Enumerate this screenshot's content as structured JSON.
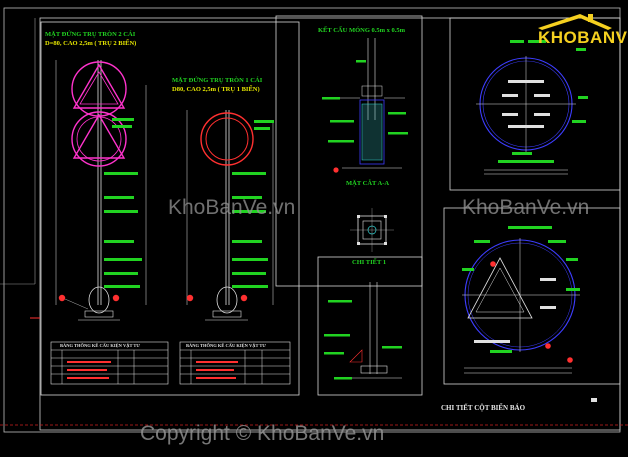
{
  "logo": {
    "text": "KHOBANVE"
  },
  "watermarks": {
    "center": "KhoBanVe.vn",
    "right": "KhoBanVe.vn",
    "copyright": "Copyright © KhoBanVe.vn"
  },
  "drawing": {
    "title_left_line1": "MẶT ĐỨNG TRỤ TRÒN 2 CÁI",
    "title_left_line2": "D=80, CAO 2,5m ( TRỤ 2 BIỂN)",
    "title_right_line1": "MẶT ĐỨNG TRỤ TRÒN 1 CÁI",
    "title_right_line2": "D80, CAO 2,5m ( TRỤ 1 BIỂN)",
    "section_top": "KẾT CẤU MÓNG 0.5m x 0.5m",
    "section_aa": "MẶT CẮT A-A",
    "section_1": "CHI TIẾT 1",
    "table_left_title": "BẢNG THỐNG KÊ CẤU KIỆN VẬT TƯ",
    "table_right_title": "BẢNG THỐNG KÊ CẤU KIỆN VẬT TƯ",
    "bottom_title": "CHI TIẾT CỘT BIỂN BÁO"
  },
  "colors": {
    "green": "#21d321",
    "magenta": "#ff33cc",
    "red": "#ff3030",
    "yellow": "#e6e600",
    "white": "#e0e0e0",
    "blue": "#3d3dff",
    "cyan": "#33d6d6",
    "orange": "#f5a020"
  }
}
